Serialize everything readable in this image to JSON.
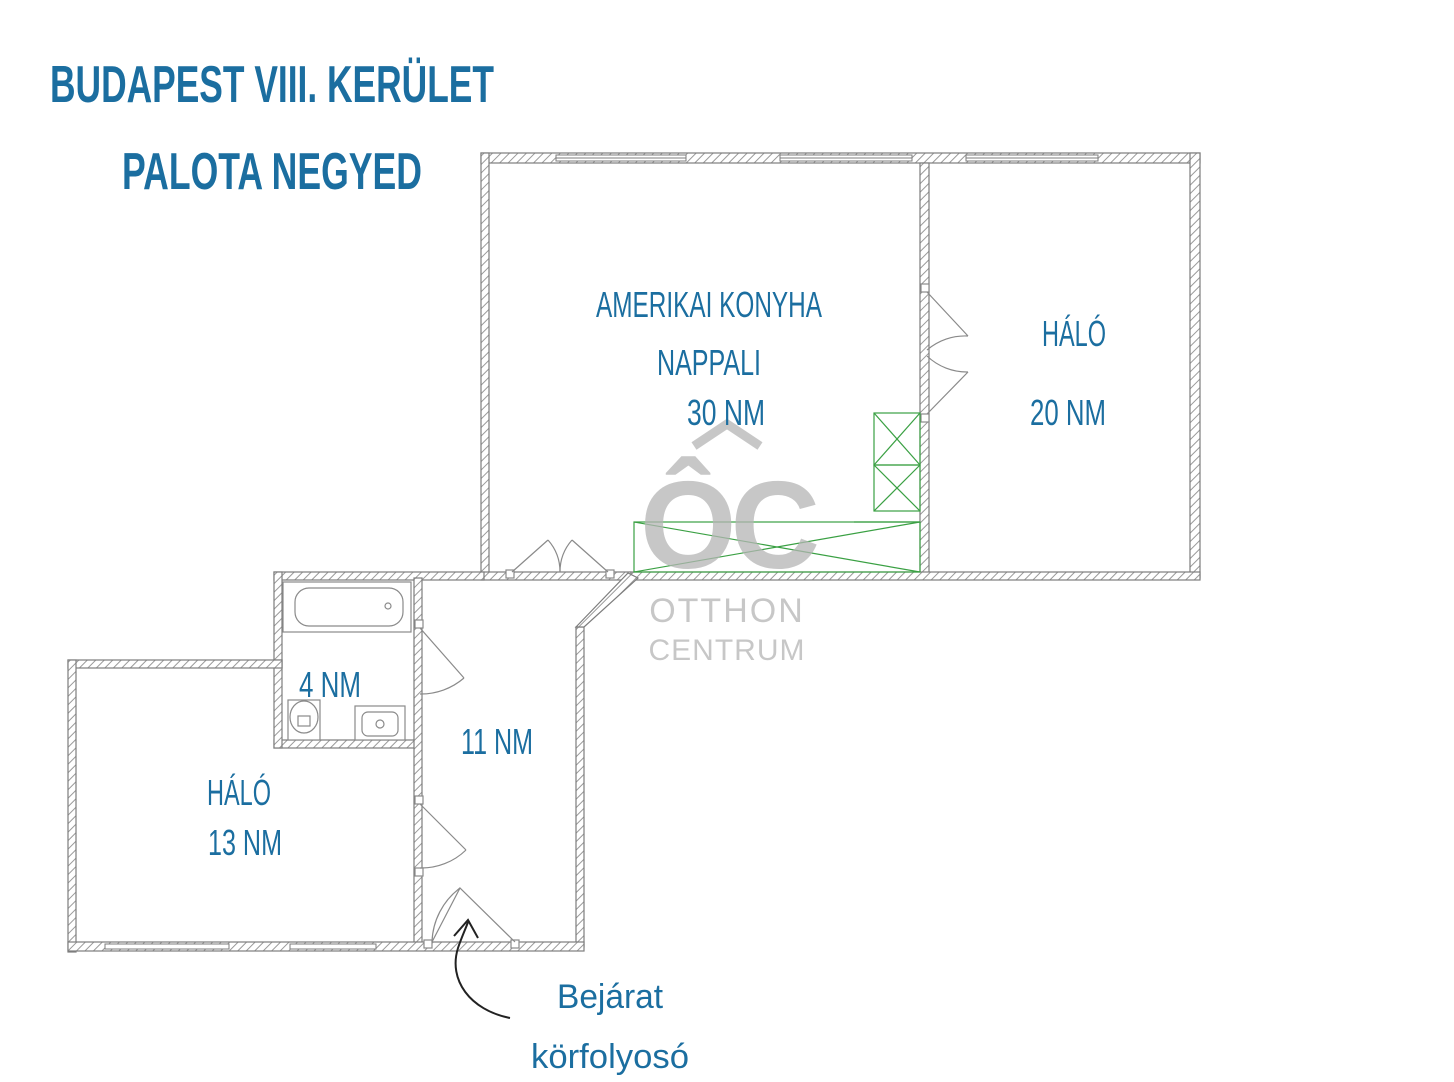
{
  "header": {
    "line1": "BUDAPEST VIII. KERÜLET",
    "line2": "PALOTA NEGYED"
  },
  "rooms": {
    "living": {
      "line1": "AMERIKAI KONYHA",
      "line2": "NAPPALI",
      "area": "30 NM"
    },
    "bedroom_right": {
      "name": "HÁLÓ",
      "area": "20 NM"
    },
    "bathroom": {
      "area": "4 NM"
    },
    "hallway": {
      "area": "11 NM"
    },
    "bedroom_left": {
      "name": "HÁLÓ",
      "area": "13 NM"
    }
  },
  "entrance": {
    "line1": "Bejárat",
    "line2": "körfolyosó"
  },
  "watermark": {
    "logo_letters": "ÔC",
    "line1": "OTTHON",
    "line2": "CENTRUM"
  },
  "colors": {
    "label_blue": "#1b6ea0",
    "wall": "#8a8a8a",
    "kitchen_green": "#3aa043",
    "watermark_grey": "#bdbdbd"
  }
}
